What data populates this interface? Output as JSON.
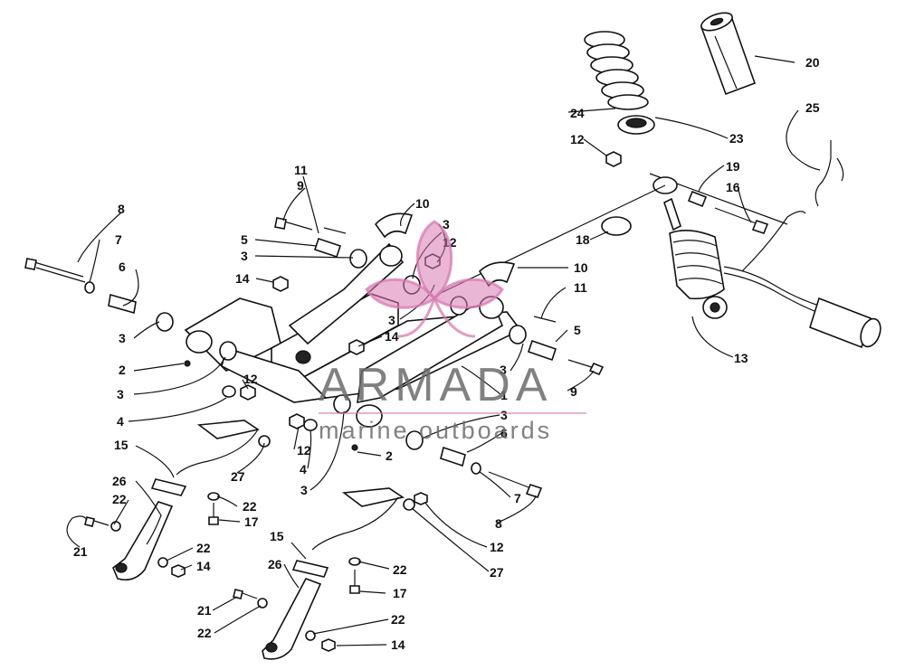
{
  "diagram": {
    "labels": [
      "1",
      "2",
      "3",
      "4",
      "5",
      "6",
      "7",
      "8",
      "9",
      "10",
      "11",
      "12",
      "13",
      "14",
      "15",
      "16",
      "17",
      "18",
      "19",
      "20",
      "21",
      "22",
      "23",
      "24",
      "25",
      "26",
      "27"
    ]
  },
  "watermark": {
    "brand": "ARMADA",
    "tagline": "marine outboards",
    "color_primary": "#d87ab2",
    "color_text": "#6b6b6b"
  }
}
